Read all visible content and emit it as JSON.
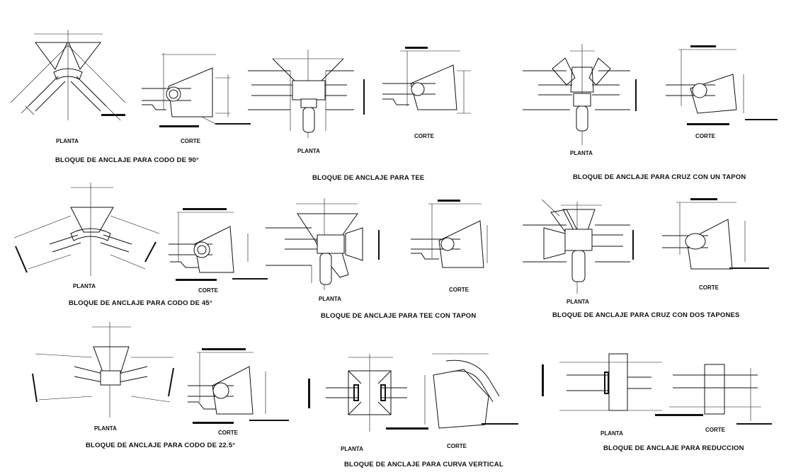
{
  "colors": {
    "ink": "#111111",
    "background": "#ffffff"
  },
  "titles": {
    "codo90": "BLOQUE DE ANCLAJE PARA CODO DE 90°",
    "tee": "BLOQUE DE ANCLAJE PARA TEE",
    "cruz_un_tapon": "BLOQUE DE ANCLAJE PARA CRUZ CON UN TAPON",
    "codo45": "BLOQUE DE ANCLAJE PARA CODO DE 45°",
    "tee_tapon": "BLOQUE DE ANCLAJE PARA TEE CON TAPON",
    "cruz_dos_tapones": "BLOQUE DE ANCLAJE PARA CRUZ CON DOS TAPONES",
    "codo22": "BLOQUE DE ANCLAJE PARA CODO DE 22.5°",
    "curva_vertical": "BLOQUE DE ANCLAJE PARA CURVA VERTICAL",
    "reduccion": "BLOQUE DE ANCLAJE PARA REDUCCION"
  },
  "labels": {
    "planta": "PLANTA",
    "corte": "CORTE"
  }
}
